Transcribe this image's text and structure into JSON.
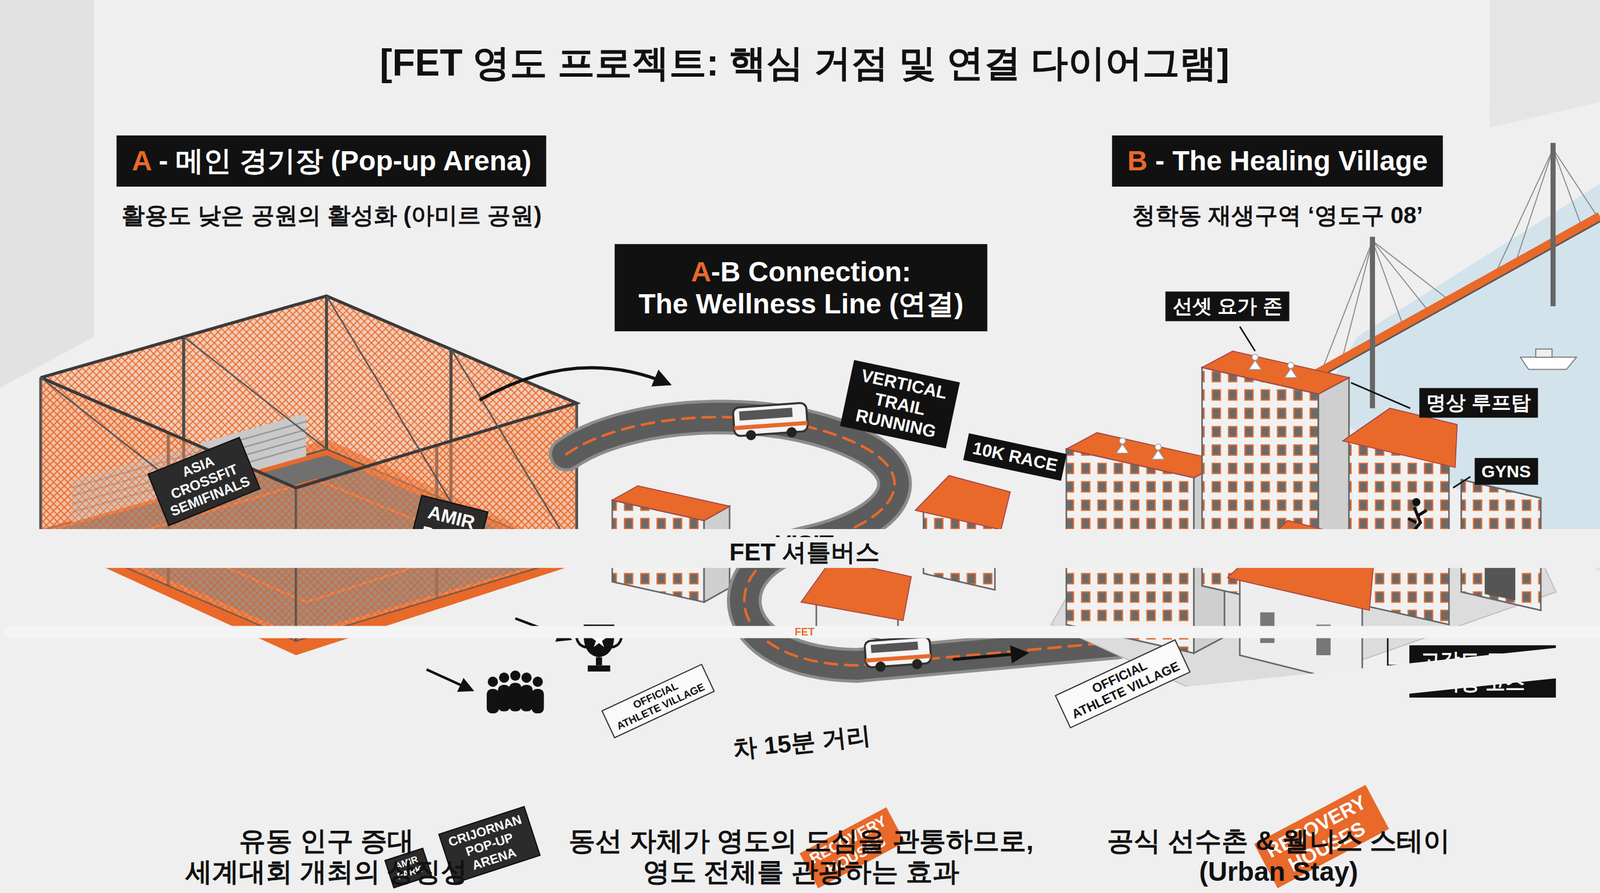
{
  "diagram": {
    "title": "[FET 영도 프로젝트: 핵심 거점 및 연결 다이어그램]",
    "nodes": [
      {
        "text": [
          "A - 메인 경기장 (Pop-up Arena)",
          "활용도 낮은 공원의 활성화 (아미르 공원)"
        ]
      },
      {
        "text": [
          "B - The Healing Village",
          "청학동 재생구역 ‘영도구 08’"
        ]
      },
      {
        "text": [
          "A-B Connection: The Wellness Line (연결)"
        ]
      },
      {
        "text": [
          "선셋 요가 존"
        ]
      },
      {
        "text": [
          "VERTICAL TRAIL RUNNING"
        ]
      },
      {
        "text": [
          "명상 루프탑"
        ]
      },
      {
        "text": [
          "10K RACE"
        ]
      },
      {
        "text": [
          "GYNS"
        ]
      },
      {
        "text": [
          "고강도 트레일 러닝 코스"
        ]
      }
    ],
    "labels": [
      "ASIA CROSSFIT SEMIFINALS",
      "AMIR PARK",
      "VISIT",
      "FET 셔틀버스",
      "FET",
      "OFFICIAL ATHLETE VILLAGE",
      "차 15분 거리",
      "OFFICIAL ATHLETE VILLAGE",
      "CRIJORNAN POP-UP ARENA",
      "AMIR PARK",
      "RECOVERY HOUSES",
      "RECOVERY HOUSES",
      "유동 인구 증대 세계대회 개최의 상징성",
      "동선 자체가 영도의 도심을 관통하므로, 영도 전체를 관광하는 효과",
      "공식 선수촌 & 웰니스 스테이 (Urban Stay)"
    ]
  }
}
